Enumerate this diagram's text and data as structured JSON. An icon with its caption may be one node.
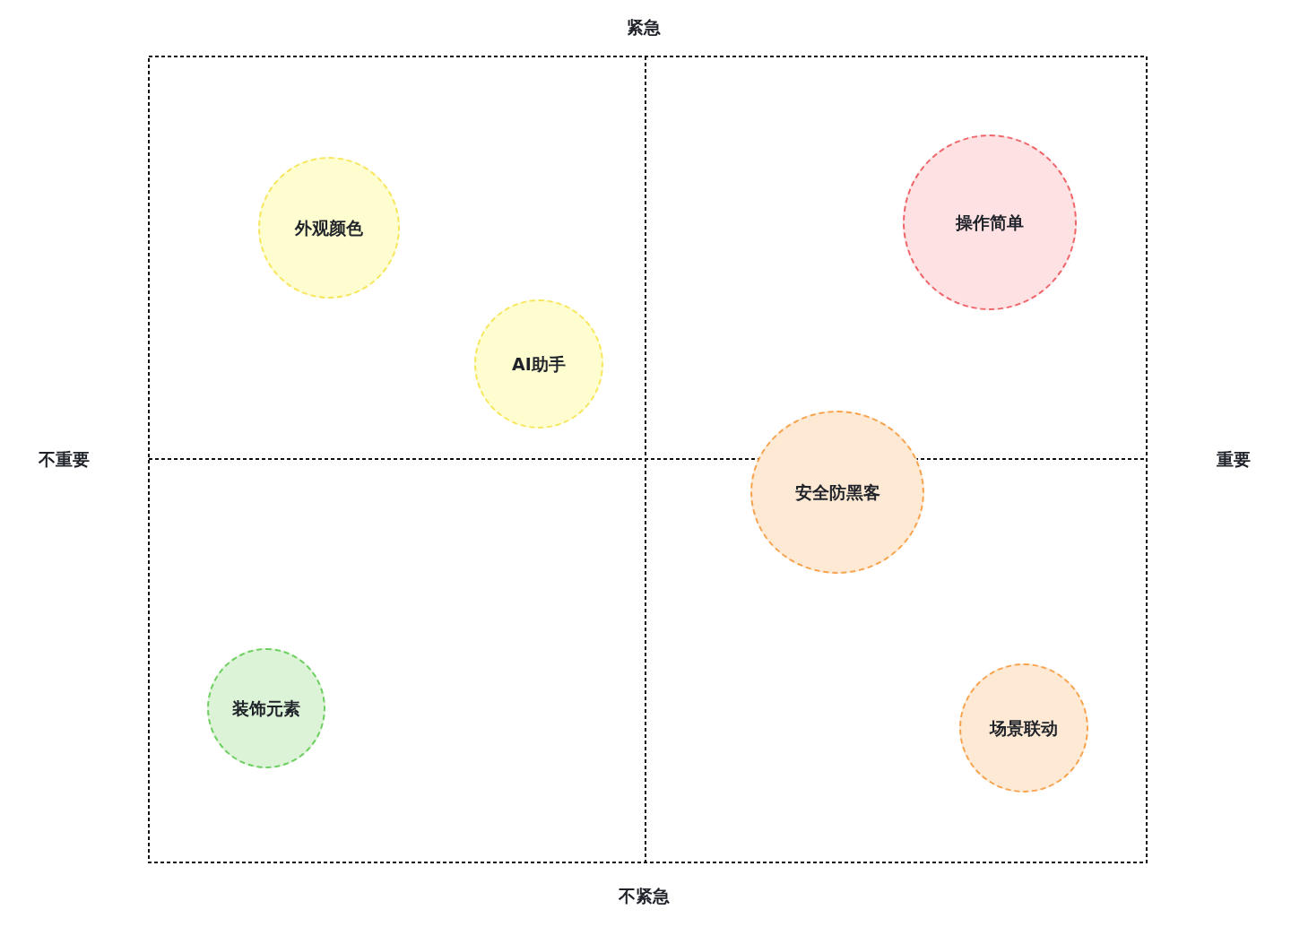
{
  "diagram": {
    "nodes": [
      {
        "text": [
          "外观颜色"
        ]
      },
      {
        "text": [
          "操作简单"
        ]
      },
      {
        "text": [
          "AI助手"
        ]
      },
      {
        "text": [
          "安全防黑客"
        ]
      },
      {
        "text": [
          "装饰元素"
        ]
      },
      {
        "text": [
          "场景联动"
        ]
      }
    ],
    "labels": [
      "紧急",
      "不重要",
      "重要",
      "不紧急"
    ]
  }
}
